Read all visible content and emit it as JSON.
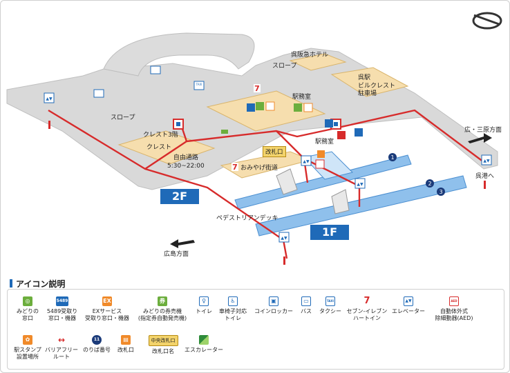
{
  "map": {
    "floors": {
      "f2": "2F",
      "f1": "1F"
    },
    "places": {
      "hotel": "呉阪急ホテル",
      "slope_top": "スロープ",
      "kure_building": "呉駅\nビルクレスト\n駐車場",
      "station_office_top": "駅務室",
      "slope_left": "スロープ",
      "crest3": "クレスト3階",
      "crest": "クレスト",
      "passage": "自由通路\n5:30~22:00",
      "gate": "改札口",
      "station_office": "駅務室",
      "omiyage": "おみやげ街道",
      "pedestrian_deck": "ペデストリアンデッキ",
      "to_hiroshima": "広島方面",
      "to_hiro_mihara": "広・三原方面",
      "to_kure_port": "呉港へ"
    },
    "platforms": [
      "1",
      "2",
      "3"
    ]
  },
  "legend": {
    "title": "アイコン説明",
    "items": [
      {
        "label": "みどりの\n窓口",
        "icon": "green-window-icon"
      },
      {
        "label": "5489受取り\n窓口・機器",
        "icon": "5489-icon",
        "icon_text": "5489"
      },
      {
        "label": "EXサービス\n受取り窓口・機器",
        "icon": "ex-service-icon",
        "icon_text": "EX"
      },
      {
        "label": "みどりの券売機\n(指定券自動発売機)",
        "icon": "ticket-machine-icon",
        "icon_text": "券"
      },
      {
        "label": "トイレ",
        "icon": "toilet-icon"
      },
      {
        "label": "車椅子対応\nトイレ",
        "icon": "wheelchair-toilet-icon"
      },
      {
        "label": "コインロッカー",
        "icon": "coin-locker-icon"
      },
      {
        "label": "バス",
        "icon": "bus-icon"
      },
      {
        "label": "タクシー",
        "icon": "taxi-icon",
        "icon_text": "TAXI"
      },
      {
        "label": "セブン-イレブン\nハートイン",
        "icon": "seven-eleven-icon"
      },
      {
        "label": "エレベーター",
        "icon": "elevator-icon"
      },
      {
        "label": "自動体外式\n除細動器(AED)",
        "icon": "aed-icon",
        "icon_text": "AED"
      },
      {
        "label": "駅スタンプ\n設置場所",
        "icon": "station-stamp-icon"
      },
      {
        "label": "バリアフリー\nルート",
        "icon": "barrier-free-route-icon"
      },
      {
        "label": "のりば番号",
        "icon": "platform-number-icon",
        "icon_text": "11"
      },
      {
        "label": "改札口",
        "icon": "ticket-gate-icon"
      },
      {
        "label": "改札口名",
        "icon": "gate-name-icon",
        "icon_text": "中央改札口"
      },
      {
        "label": "エスカレーター",
        "icon": "escalator-icon"
      }
    ]
  }
}
